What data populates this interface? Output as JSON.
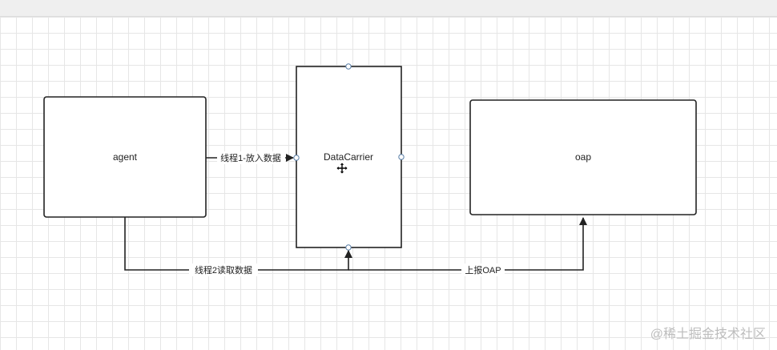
{
  "nodes": {
    "agent": "agent",
    "datacarrier": "DataCarrier",
    "oap": "oap"
  },
  "edges": {
    "put": "线程1-放入数据",
    "read": "线程2读取数据",
    "report": "上报OAP"
  },
  "watermark": "@稀土掘金技术社区",
  "icons": {
    "move_cursor": "move-cursor-icon"
  }
}
